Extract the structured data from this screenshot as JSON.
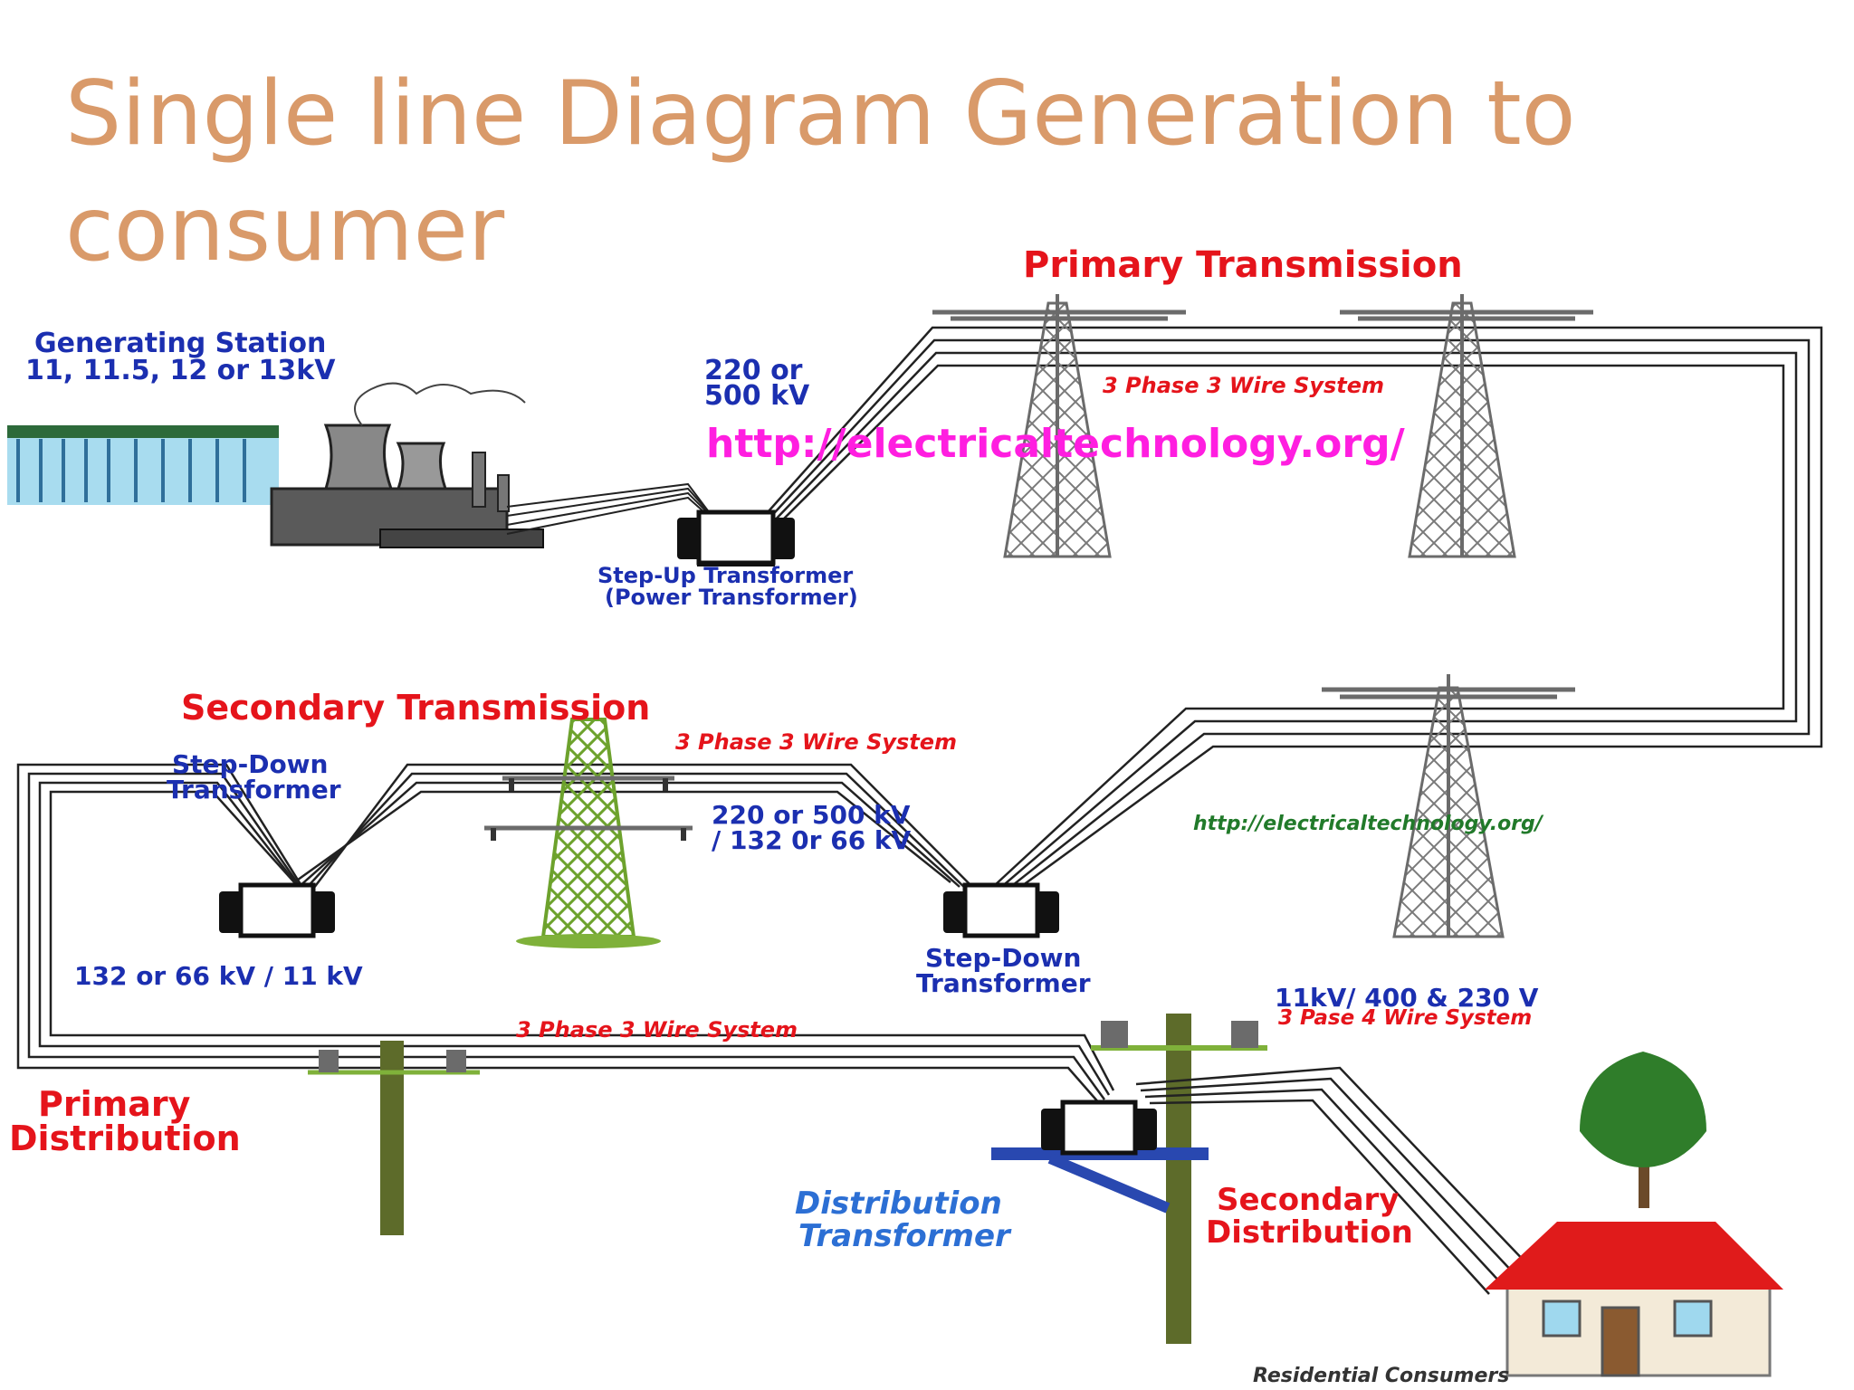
{
  "title": "Single line Diagram Generation to consumer",
  "labels": {
    "primary_transmission": "Primary Transmission",
    "generating_station_line1": "Generating Station",
    "generating_station_line2": "11, 11.5, 12 or 13kV",
    "step_up_voltage_line1": "220 or",
    "step_up_voltage_line2": "500 kV",
    "phase_wire_top": "3 Phase 3 Wire System",
    "watermark_url": "http://electricaltechnology.org/",
    "step_up_transformer_line1": "Step-Up Transformer",
    "step_up_transformer_line2": "(Power Transformer)",
    "secondary_transmission": "Secondary Transmission",
    "phase_wire_secondary": "3 Phase 3 Wire System",
    "step_down_left_line1": "Step-Down",
    "step_down_left_line2": "Transformer",
    "voltage_mid_line1": "220 or 500 kV",
    "voltage_mid_line2": "/ 132 0r 66 kV",
    "small_url": "http://electricaltechnology.org/",
    "voltage_left": "132 or 66 kV / 11 kV",
    "step_down_right_line1": "Step-Down",
    "step_down_right_line2": "Transformer",
    "voltage_consumer": "11kV/ 400 & 230 V",
    "phase_4_wire": "3 Pase 4 Wire System",
    "phase_wire_bottom": "3 Phase 3 Wire System",
    "primary_distribution_line1": "Primary",
    "primary_distribution_line2": "Distribution",
    "distribution_transformer_line1": "Distribution",
    "distribution_transformer_line2": "Transformer",
    "secondary_distribution_line1": "Secondary",
    "secondary_distribution_line2": "Distribution",
    "residential_consumers": "Residential Consumers"
  },
  "colors": {
    "title": "#d99a6a",
    "heading_red": "#e5141b",
    "label_blue": "#1b2fb0",
    "tower_gray": "#6b6b6b",
    "tower_green": "#7fb13a",
    "pole_olive": "#5d6b2a",
    "roof_red": "#e01b1b",
    "water_blue": "#9fd8ee",
    "url_pink": "#ff1ee0"
  }
}
